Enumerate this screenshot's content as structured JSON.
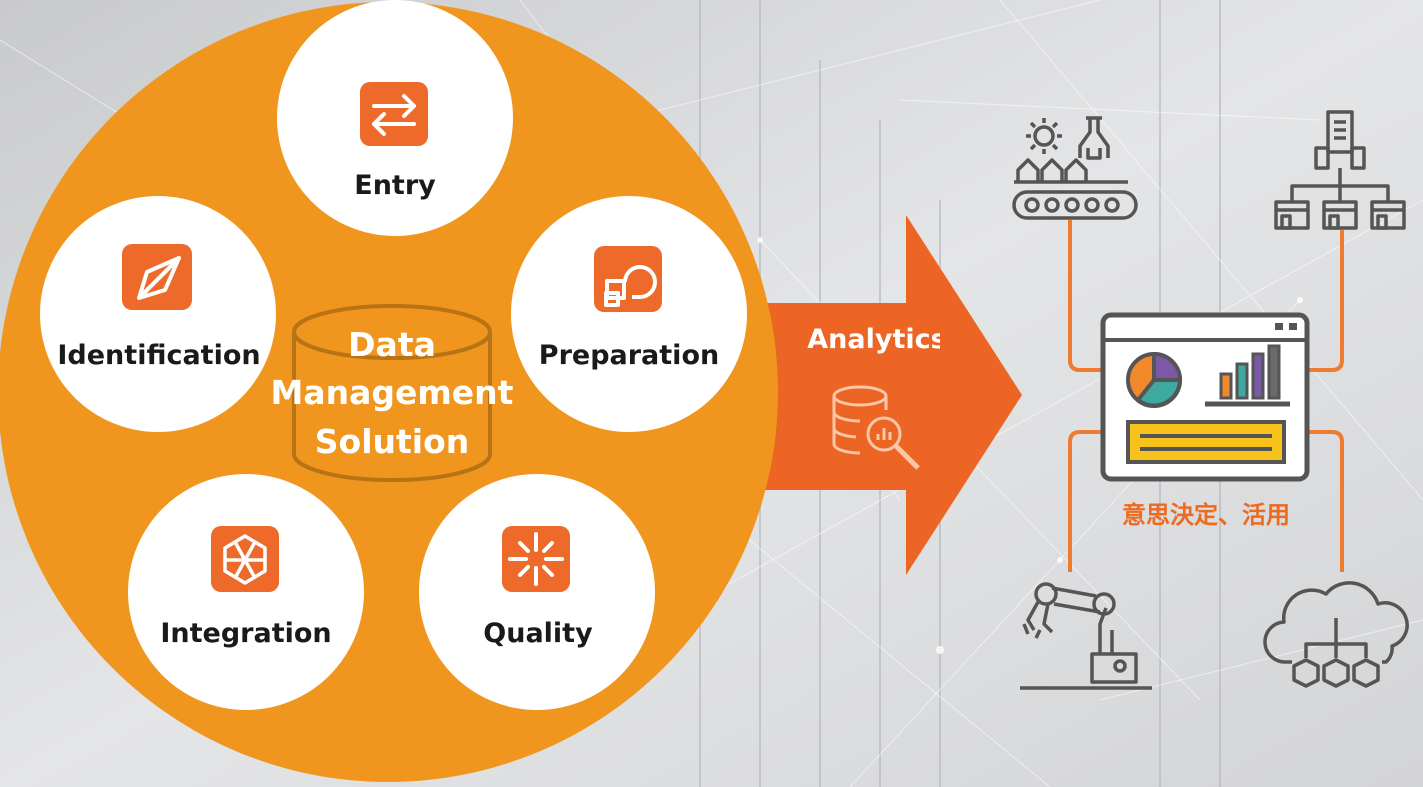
{
  "colors": {
    "orange_circle": "#f0961e",
    "orange_arrow": "#ec6524",
    "icon_tile": "#ee6a2b",
    "connector": "#f07a2e",
    "dashboard_yellow": "#f6c21b",
    "line_gray": "#555555"
  },
  "center": {
    "line1": "Data",
    "line2": "Management",
    "line3": "Solution"
  },
  "petals": [
    {
      "label": "Entry",
      "icon": "exchange-arrows-icon"
    },
    {
      "label": "Preparation",
      "icon": "shapes-icon"
    },
    {
      "label": "Quality",
      "icon": "sparkle-icon"
    },
    {
      "label": "Integration",
      "icon": "hexagon-network-icon"
    },
    {
      "label": "Identification",
      "icon": "compass-icon"
    }
  ],
  "arrow": {
    "label": "Analytics",
    "icon": "database-search-icon"
  },
  "dashboard": {
    "caption": "意思決定、活用"
  },
  "right_icons": [
    "factory-conveyor-icon",
    "corporate-stores-icon",
    "robot-arm-icon",
    "cloud-network-icon"
  ]
}
